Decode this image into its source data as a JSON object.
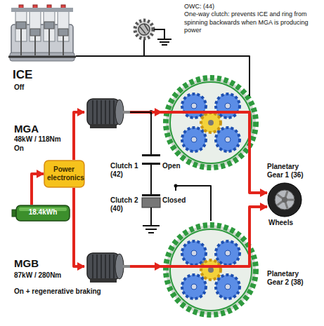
{
  "diagram": {
    "nodes": [
      {
        "text": [
          "ICE",
          "Off"
        ]
      },
      {
        "text": [
          "MGA",
          "48kW / 118Nm",
          "On"
        ]
      },
      {
        "text": [
          "Power electronics"
        ]
      },
      {
        "text": [
          "18.4kWh"
        ]
      },
      {
        "text": [
          "Clutch 1 (42)",
          "Open"
        ]
      },
      {
        "text": [
          "Clutch 2 (40)",
          "Closed"
        ]
      },
      {
        "text": [
          "MGB",
          "87kW / 280Nm",
          "On + regenerative braking"
        ]
      },
      {
        "text": [
          "Planetary Gear 1 (36)"
        ]
      },
      {
        "text": [
          "Wheels"
        ]
      },
      {
        "text": [
          "Planetary Gear 2 (38)"
        ]
      }
    ],
    "edges": [
      {
        "from": 3,
        "to": 2,
        "arrow": "to"
      },
      {
        "from": 2,
        "to": 1,
        "arrow": "to"
      },
      {
        "from": 2,
        "to": 6,
        "arrow": "to"
      },
      {
        "from": 1,
        "to": 7,
        "arrow": "to"
      },
      {
        "from": 7,
        "to": 8,
        "arrow": "to"
      },
      {
        "from": 6,
        "to": 9,
        "arrow": "to"
      },
      {
        "from": 9,
        "to": 8,
        "arrow": "to"
      },
      {
        "from": 0,
        "to": 7,
        "arrow": "none"
      },
      {
        "from": 1,
        "to": 4,
        "arrow": "none"
      },
      {
        "from": 4,
        "to": 5,
        "arrow": "none"
      },
      {
        "from": 5,
        "to": 9,
        "arrow": "none"
      }
    ],
    "labels": [
      "OWC: (44)",
      "One-way clutch: prevents ICE and ring from spinning backwards when MGA is producing power"
    ]
  }
}
